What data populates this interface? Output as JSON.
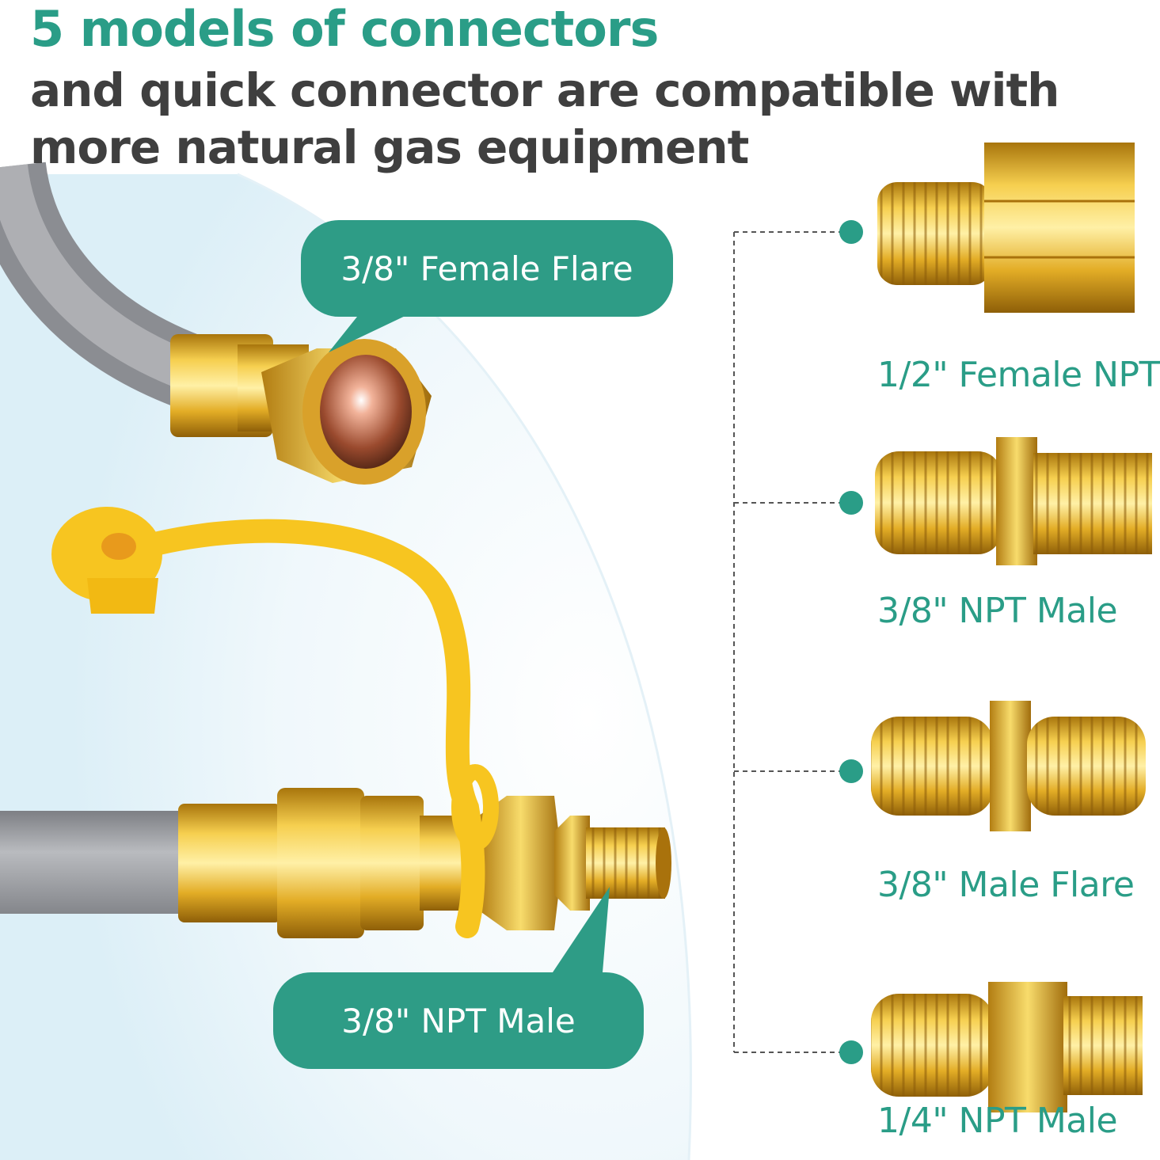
{
  "headline": {
    "line1": "5 models of connectors",
    "line2": "and quick connector are compatible with",
    "line3": "more natural gas equipment"
  },
  "callouts": {
    "top": "3/8\" Female Flare",
    "bottom": "3/8\" NPT Male"
  },
  "fittings": [
    {
      "label": "1/2\" Female NPT"
    },
    {
      "label": "3/8\" NPT Male"
    },
    {
      "label": "3/8\" Male Flare"
    },
    {
      "label": "1/4\" NPT Male"
    }
  ],
  "colors": {
    "accent": "#2a9d87",
    "headline_dark": "#3f3f3f",
    "brass": "#e8b430",
    "hose": "#9a9ca0",
    "cap": "#f7c520"
  }
}
